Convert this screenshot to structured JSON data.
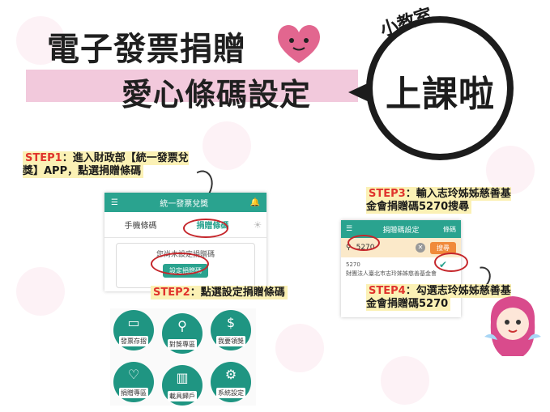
{
  "header": {
    "title_line1": "電子發票捐贈",
    "title_line2": "愛心條碼設定",
    "badge_small": "小教室",
    "badge_big": "上課啦"
  },
  "steps": {
    "step1": {
      "num": "STEP1",
      "text": "：進入財政部【統一發票兌獎】APP，點選捐贈條碼"
    },
    "step2": {
      "num": "STEP2",
      "text": "：點選設定捐贈條碼"
    },
    "step3": {
      "num": "STEP3",
      "text": "：輸入志玲姊姊慈善基金會捐贈碼5270搜尋"
    },
    "step4": {
      "num": "STEP4",
      "text": "：勾選志玲姊姊慈善基金會捐贈碼5270"
    }
  },
  "app1": {
    "title": "統一發票兌獎",
    "tabs": [
      "手機條碼",
      "捐贈條碼"
    ],
    "message": "您尚未設定捐贈碼",
    "button": "設定捐贈碼",
    "icons": [
      {
        "label": "發票存摺",
        "icon": "card-icon"
      },
      {
        "label": "對獎專區",
        "icon": "search-icon"
      },
      {
        "label": "我要領獎",
        "icon": "dollar-icon"
      },
      {
        "label": "捐贈專區",
        "icon": "heart-icon"
      },
      {
        "label": "載具歸戶",
        "icon": "barcode-icon"
      },
      {
        "label": "系統設定",
        "icon": "gear-icon"
      }
    ]
  },
  "app2": {
    "title": "捐贈碼設定",
    "right": "條碼",
    "search_value": "5270",
    "search_button": "搜尋",
    "result_code": "5270",
    "result_name": "財團法人臺北市志玲姊姊慈善基金會"
  },
  "colors": {
    "teal": "#2aa38f",
    "red": "#e0332c",
    "pink": "#f2c9dc",
    "highlight": "#fbf1b5"
  }
}
